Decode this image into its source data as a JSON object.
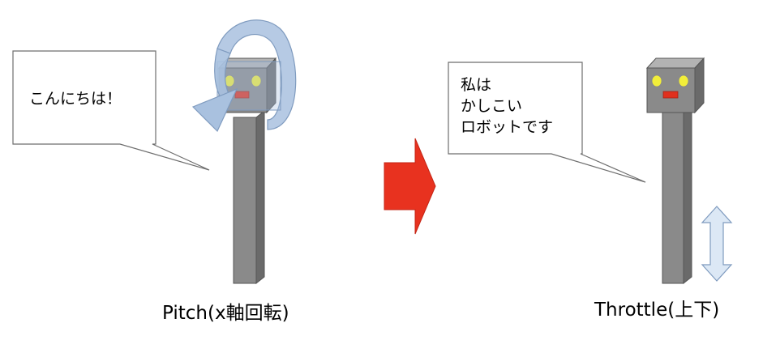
{
  "left_panel": {
    "speech": [
      "こんにちは！"
    ],
    "caption": "Pitch(x軸回転)"
  },
  "right_panel": {
    "speech": [
      "私は",
      "かしこい",
      "ロボットです"
    ],
    "caption": "Throttle(上下)"
  },
  "colors": {
    "robot_body": "#8a8a8a",
    "robot_body_dark": "#6a6a6a",
    "robot_body_light": "#b3b3b3",
    "eyes": "#f2ee3a",
    "mouth": "#e0301e",
    "transition_arrow": "#e8321f",
    "rotation_arrow": "#a9c1df",
    "updown_arrow": "#dce8f5",
    "bubble_border": "#6e6e6e"
  },
  "icons": {
    "rotation": "curved-rotation-arrow-icon",
    "transition": "right-arrow-icon",
    "updown": "up-down-arrow-icon"
  }
}
